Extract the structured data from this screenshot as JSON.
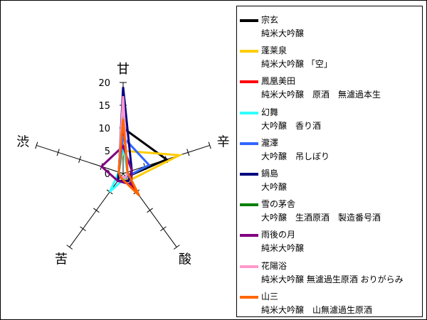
{
  "chart_data": {
    "type": "radar",
    "axes": [
      "甘",
      "辛",
      "酸",
      "苦",
      "渋"
    ],
    "rlim": [
      0,
      20
    ],
    "tick_labels": [
      "0",
      "5",
      "10",
      "15",
      "20"
    ],
    "legend_position": "right",
    "series": [
      {
        "name": "宗玄",
        "desc": "純米大吟醸",
        "color": "#000000",
        "values": [
          10,
          10,
          1,
          1,
          1
        ]
      },
      {
        "name": "蓬莱泉",
        "desc": "純米大吟醸 「空」",
        "color": "#ffcc00",
        "values": [
          5,
          13,
          2,
          1,
          1
        ]
      },
      {
        "name": "鳳凰美田",
        "desc": "純米大吟醸　原酒　無濾過本生",
        "color": "#ff0000",
        "values": [
          12,
          1,
          5,
          1,
          1
        ]
      },
      {
        "name": "幻舞",
        "desc": "大吟醸　香り酒",
        "color": "#33ffff",
        "values": [
          6,
          1,
          1,
          5,
          1
        ]
      },
      {
        "name": "瀧澤",
        "desc": "大吟醸　吊しぼり",
        "color": "#3366ff",
        "values": [
          8,
          6,
          1,
          1,
          1
        ]
      },
      {
        "name": "鍋島",
        "desc": "大吟醸",
        "color": "#000080",
        "values": [
          19,
          2,
          2,
          2,
          1
        ]
      },
      {
        "name": "雪の茅舎",
        "desc": "大吟醸　生酒原酒　製造番号酒",
        "color": "#008000",
        "values": [
          15,
          1,
          1,
          1,
          1
        ]
      },
      {
        "name": "雨後の月",
        "desc": "純米大吟醸",
        "color": "#800080",
        "values": [
          6,
          2,
          3,
          2,
          5
        ]
      },
      {
        "name": "花陽浴",
        "desc": "純米大吟醸 無濾過生原酒 おりがらみ",
        "color": "#ff99cc",
        "values": [
          17,
          1,
          1,
          1,
          1
        ]
      },
      {
        "name": "山三",
        "desc": "純米大吟醸　山無濾過生原酒",
        "color": "#ff6600",
        "values": [
          12,
          1,
          6,
          1,
          1
        ]
      }
    ]
  }
}
